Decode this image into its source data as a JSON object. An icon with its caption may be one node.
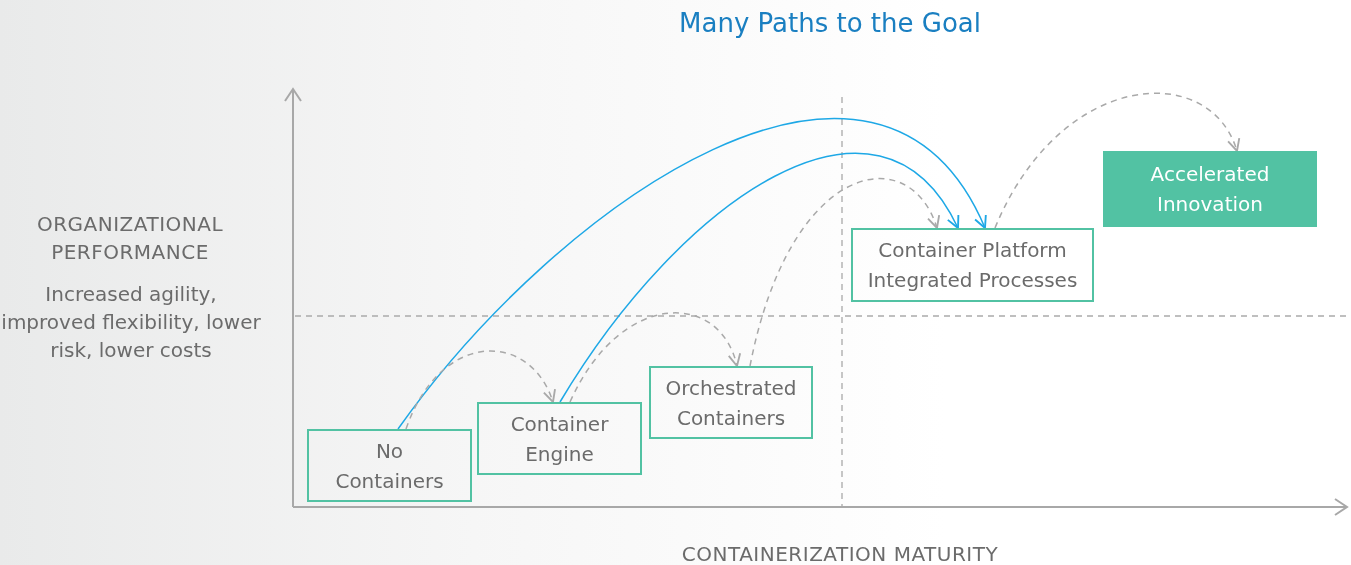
{
  "diagram": {
    "title": "Many Paths to the Goal",
    "nodes": [
      {
        "text": [
          "No Containers"
        ]
      },
      {
        "text": [
          "Container Engine"
        ]
      },
      {
        "text": [
          "Orchestrated Containers"
        ]
      },
      {
        "text": [
          "Container Platform Integrated Processes"
        ]
      },
      {
        "text": [
          "Accelerated Innovation"
        ]
      }
    ],
    "edges": [
      {
        "from": 0,
        "to": 3,
        "arrow": "to",
        "color": "#1ea8e6"
      },
      {
        "from": 1,
        "to": 3,
        "arrow": "to",
        "color": "#1ea8e6"
      },
      {
        "from": 0,
        "to": 1,
        "arrow": "to",
        "style": "dashed"
      },
      {
        "from": 1,
        "to": 2,
        "arrow": "to",
        "style": "dashed"
      },
      {
        "from": 2,
        "to": 3,
        "arrow": "to",
        "style": "dashed"
      },
      {
        "from": 3,
        "to": 4,
        "arrow": "to",
        "style": "dashed"
      }
    ],
    "labels": [
      "ORGANIZATIONAL PERFORMANCE",
      "Increased agility, improved flexibility, lower risk, lower costs",
      "CONTAINERIZATION MATURITY"
    ]
  }
}
